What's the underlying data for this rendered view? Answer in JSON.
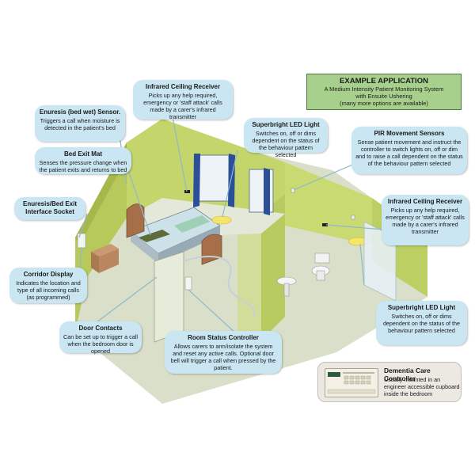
{
  "example": {
    "heading": "EXAMPLE APPLICATION",
    "line1": "A Medium Intensity Patient Monitoring System",
    "line2": "with Ensuite Ushering",
    "line3": "(many more options are available)"
  },
  "callouts": {
    "infrared_receiver_1": {
      "title": "Infrared Ceiling Receiver",
      "body": "Picks up any help required, emergency or 'staff attack' calls made by a carer's infrared transmitter"
    },
    "enuresis_sensor": {
      "title": "Enuresis (bed wet) Sensor.",
      "body": "Triggers a call when moisture is detected in the patient's bed"
    },
    "led_light_1": {
      "title": "Superbright LED Light",
      "body": "Switches on, off or dims dependent on the status of the behaviour pattern selected"
    },
    "pir_sensors": {
      "title": "PIR Movement Sensors",
      "body": "Sense patient movement and instruct the controller to switch lights on, off or dim and to raise a call dependent on the status of the behaviour pattern selected"
    },
    "bed_exit_mat": {
      "title": "Bed Exit Mat",
      "body": "Senses the pressure change when the patient exits and returns to bed"
    },
    "interface_socket": {
      "title": "Enuresis/Bed Exit Interface Socket",
      "body": ""
    },
    "infrared_receiver_2": {
      "title": "Infrared Ceiling Receiver",
      "body": "Picks up any help required, emergency or 'staff attack' calls made by a carer's infrared transmitter"
    },
    "corridor_display": {
      "title": "Corridor Display",
      "body": "Indicates the location and type of all incoming calls (as programmed)"
    },
    "led_light_2": {
      "title": "Superbright LED Light",
      "body": "Switches on, off or dims dependent on the status of the behaviour pattern selected"
    },
    "door_contacts": {
      "title": "Door Contacts",
      "body": "Can be set up to trigger a call when the bedroom door is opened"
    },
    "room_status": {
      "title": "Room Status Controller",
      "body": "Allows carers to arm/isolate the system and reset any active calls. Optional door bell will trigger a call when pressed by the patient."
    }
  },
  "dementia_controller": {
    "title": "Dementia Care Controller",
    "body": "Usually mounted in an engineer accessible cupboard inside the bedroom"
  },
  "colors": {
    "wall_green": "#c9d86a",
    "floor_grey": "#d8ddc8",
    "callout_blue": "#c9e6f2",
    "example_green": "#a8d08d",
    "window_blue": "#2c4f9a"
  }
}
